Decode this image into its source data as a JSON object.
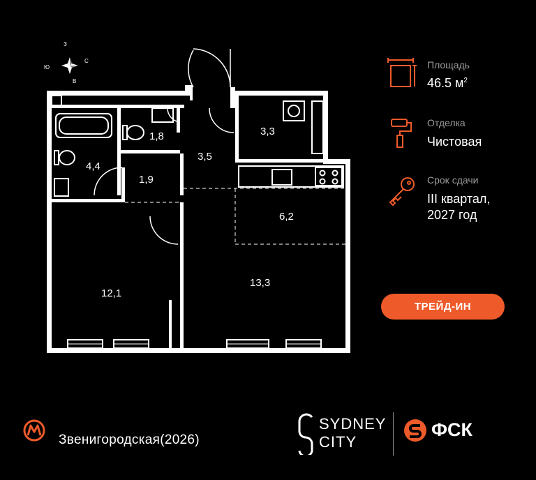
{
  "compass": {
    "north": "З",
    "east": "С",
    "south": "В",
    "west": "Ю"
  },
  "rooms": [
    {
      "id": "bathroom",
      "label": "4,4"
    },
    {
      "id": "toilet",
      "label": "1,8"
    },
    {
      "id": "hallway",
      "label": "3,5"
    },
    {
      "id": "storage",
      "label": "3,3"
    },
    {
      "id": "closet",
      "label": "1,9"
    },
    {
      "id": "kitchen",
      "label": "6,2"
    },
    {
      "id": "bedroom",
      "label": "12,1"
    },
    {
      "id": "living",
      "label": "13,3"
    }
  ],
  "info": {
    "area_label": "Площадь",
    "area_value": "46.5 м",
    "area_sup": "2",
    "finish_label": "Отделка",
    "finish_value": "Чистовая",
    "deadline_label": "Срок сдачи",
    "deadline_line1": "III квартал,",
    "deadline_line2": "2027 год"
  },
  "trade_button": "ТРЕЙД-ИН",
  "metro": {
    "station": "Звенигородская(2026)"
  },
  "brand": {
    "line1": "SYDNEY",
    "line2": "CITY",
    "developer": "ФСК"
  },
  "colors": {
    "accent": "#ee5a2a",
    "background": "#000000",
    "walls": "#ffffff"
  },
  "icons": [
    "compass-icon",
    "area-icon",
    "paint-roller-icon",
    "key-icon",
    "metro-icon",
    "sydney-city-logo",
    "fsk-logo"
  ]
}
